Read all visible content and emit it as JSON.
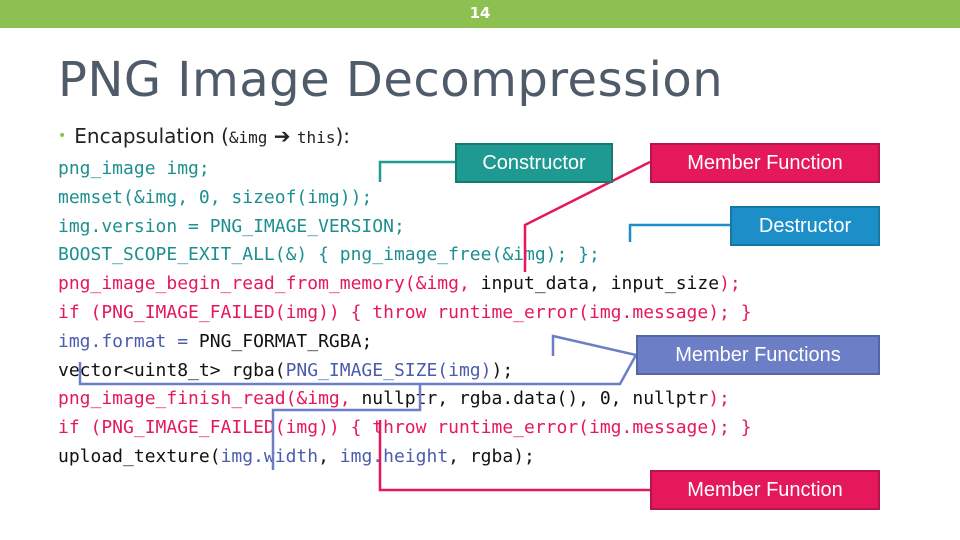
{
  "page_number": "14",
  "title": "PNG Image Decompression",
  "bullet": {
    "text_before": "Encapsulation (",
    "code_a": "&img",
    "arrow": " ➔ ",
    "code_b": "this",
    "text_after": "):"
  },
  "code_lines": [
    [
      {
        "t": "png_image img;",
        "c": "teal"
      }
    ],
    [
      {
        "t": "memset(&img, 0, sizeof(img));",
        "c": "teal"
      }
    ],
    [
      {
        "t": "img.version = PNG_IMAGE_VERSION;",
        "c": "teal"
      }
    ],
    [
      {
        "t": "BOOST_SCOPE_EXIT_ALL(&) { png_image_free(&img); };",
        "c": "teal"
      }
    ],
    [
      {
        "t": "png_image_begin_read_from_memory(&img, ",
        "c": "red"
      },
      {
        "t": "input_data, input_size",
        "c": "dark"
      },
      {
        "t": ");",
        "c": "red"
      }
    ],
    [
      {
        "t": "if (PNG_IMAGE_FAILED(img)) { throw runtime_error(img.message); }",
        "c": "red"
      }
    ],
    [
      {
        "t": "img.format = ",
        "c": "blue"
      },
      {
        "t": "PNG_FORMAT_RGBA;",
        "c": "dark"
      }
    ],
    [
      {
        "t": "vector<uint8_t> rgba(",
        "c": "dark"
      },
      {
        "t": "PNG_IMAGE_SIZE(img)",
        "c": "blue"
      },
      {
        "t": ");",
        "c": "dark"
      }
    ],
    [
      {
        "t": "png_image_finish_read(&img, ",
        "c": "red"
      },
      {
        "t": "nullptr, rgba.data(), 0, nullptr",
        "c": "dark"
      },
      {
        "t": ");",
        "c": "red"
      }
    ],
    [
      {
        "t": "if (PNG_IMAGE_FAILED(img)) { throw runtime_error(img.message); }",
        "c": "red"
      }
    ],
    [
      {
        "t": "upload_texture(",
        "c": "dark"
      },
      {
        "t": "img.width",
        "c": "blue"
      },
      {
        "t": ", ",
        "c": "dark"
      },
      {
        "t": "img.height",
        "c": "blue"
      },
      {
        "t": ", rgba);",
        "c": "dark"
      }
    ]
  ],
  "callouts": {
    "constructor": "Constructor",
    "member_function_top": "Member Function",
    "destructor": "Destructor",
    "member_functions": "Member Functions",
    "member_function_bottom": "Member Function"
  },
  "colors": {
    "accent_green": "#8cc152",
    "title_gray": "#4f5b69",
    "code_teal": "#1e8f8f",
    "code_red": "#e5185b",
    "code_blue": "#4b5cae",
    "callout_teal": "#1f9a93",
    "callout_red": "#e5185b",
    "callout_blue": "#1c8fc9",
    "callout_slate": "#6c7ec5"
  }
}
